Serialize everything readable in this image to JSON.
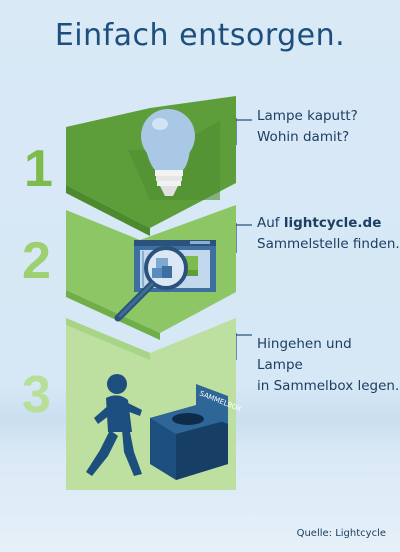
{
  "title": "Einfach entsorgen.",
  "steps": [
    {
      "number": "1",
      "lines": [
        "Lampe kaputt?",
        "Wohin damit?"
      ]
    },
    {
      "number": "2",
      "prefix": "Auf ",
      "link": "lightcycle.de",
      "line2": "Sammelstelle finden."
    },
    {
      "number": "3",
      "lines": [
        "Hingehen und Lampe",
        "in Sammelbox legen."
      ]
    }
  ],
  "box_label": "SAMMELBOX",
  "source": "Quelle: Lightcycle",
  "colors": {
    "dark_green": "#5d9e3a",
    "mid_green": "#8cc665",
    "light_green": "#bde0a0",
    "number_green": "#7dbb4c",
    "navy": "#1c4f7e"
  }
}
